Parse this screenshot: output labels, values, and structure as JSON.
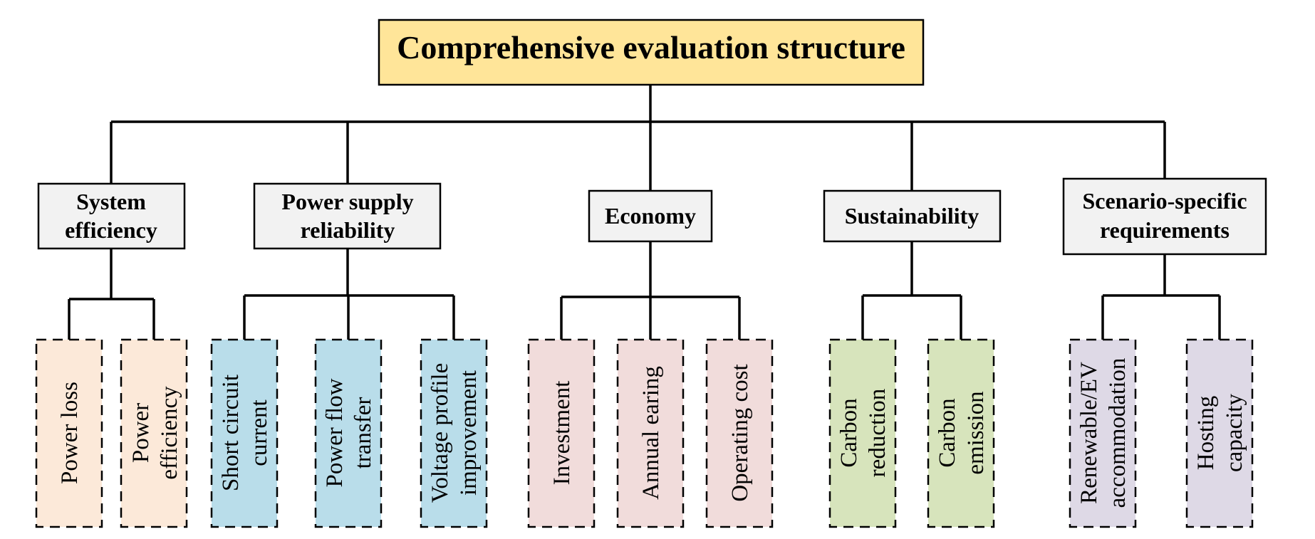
{
  "root": {
    "label": "Comprehensive evaluation structure"
  },
  "colors": {
    "root_fill": "#FFE599",
    "category_fill": "#F2F2F2",
    "peach": "#FCE9D9",
    "blue": "#B9DDEA",
    "pink": "#F1DCDB",
    "green": "#D7E4BC",
    "lavender": "#DED9E6"
  },
  "categories": [
    {
      "line1": "System",
      "line2": "efficiency",
      "leaf_color": "peach",
      "leaves": [
        {
          "line1": "Power loss",
          "line2": ""
        },
        {
          "line1": "Power",
          "line2": "efficiency"
        }
      ]
    },
    {
      "line1": "Power supply",
      "line2": "reliability",
      "leaf_color": "blue",
      "leaves": [
        {
          "line1": "Short circuit",
          "line2": "current"
        },
        {
          "line1": "Power flow",
          "line2": "transfer"
        },
        {
          "line1": "Voltage profile",
          "line2": "improvement"
        }
      ]
    },
    {
      "line1": "Economy",
      "line2": "",
      "leaf_color": "pink",
      "leaves": [
        {
          "line1": "Investment",
          "line2": ""
        },
        {
          "line1": "Annual earing",
          "line2": ""
        },
        {
          "line1": "Operating cost",
          "line2": ""
        }
      ]
    },
    {
      "line1": "Sustainability",
      "line2": "",
      "leaf_color": "green",
      "leaves": [
        {
          "line1": "Carbon",
          "line2": "reduction"
        },
        {
          "line1": "Carbon",
          "line2": "emission"
        }
      ]
    },
    {
      "line1": "Scenario-specific",
      "line2": "requirements",
      "leaf_color": "lavender",
      "leaves": [
        {
          "line1": "Renewable/EV",
          "line2": "accommodation"
        },
        {
          "line1": "Hosting",
          "line2": "capacity"
        }
      ]
    }
  ]
}
